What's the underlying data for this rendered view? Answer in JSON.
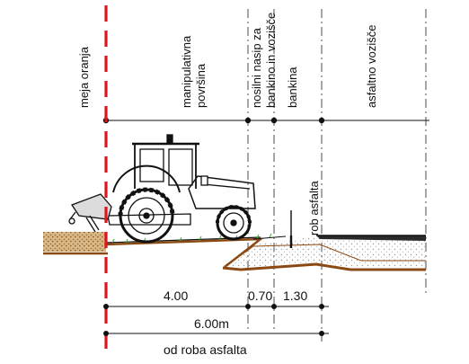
{
  "labels": {
    "farm_boundary": "meja oranja",
    "work_surface_1": "manipulativna",
    "work_surface_2": "površina",
    "load_fill_1": "nosilni nasip za",
    "load_fill_2": "bankino in vozišče",
    "shoulder": "bankina",
    "asphalt_road": "asfaltno vozišče",
    "asphalt_edge": "rob asfalta"
  },
  "dimensions": {
    "d1": "4.00",
    "d2": "0.70",
    "d3": "1.30",
    "total": "6.00m",
    "from_edge": "od roba asfalta"
  },
  "colors": {
    "boundary_line": "#e0141e",
    "lines": "#111111",
    "fill_dots": "#b9b9b9",
    "ground": "#8b4a14",
    "soil": "#c89a5a",
    "grass": "#3aaa2e"
  }
}
